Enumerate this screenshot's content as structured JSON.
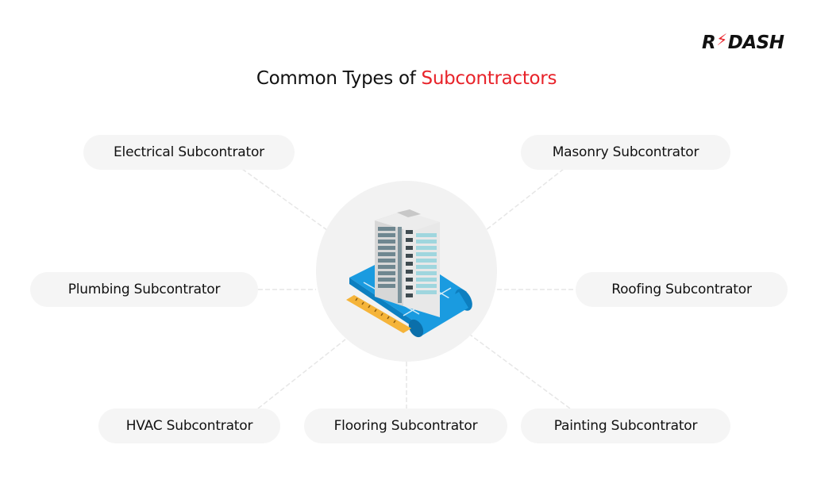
{
  "brand": {
    "logo_left": "R",
    "logo_right": "DASH",
    "bolt_icon": "lightning-bolt-icon",
    "accent_color": "#e8232a"
  },
  "title": {
    "prefix": "Common Types of ",
    "highlight": "Subcontractors"
  },
  "hub": {
    "illustration": "office-building-on-blueprint-icon",
    "fill": "#f2f2f2"
  },
  "subcontractors": [
    {
      "label": "Electrical Subcontrator",
      "position": "top-left"
    },
    {
      "label": "Masonry Subcontrator",
      "position": "top-right"
    },
    {
      "label": "Plumbing Subcontrator",
      "position": "middle-left"
    },
    {
      "label": "Roofing Subcontrator",
      "position": "middle-right"
    },
    {
      "label": "HVAC Subcontrator",
      "position": "bottom-left"
    },
    {
      "label": "Flooring Subcontrator",
      "position": "bottom-center"
    },
    {
      "label": "Painting Subcontrator",
      "position": "bottom-right"
    }
  ],
  "colors": {
    "pill_fill": "#f5f5f5",
    "connector": "#e6e6e6",
    "text": "#111111",
    "blueprint": "#1a9be0",
    "ruler": "#f5b43a"
  }
}
